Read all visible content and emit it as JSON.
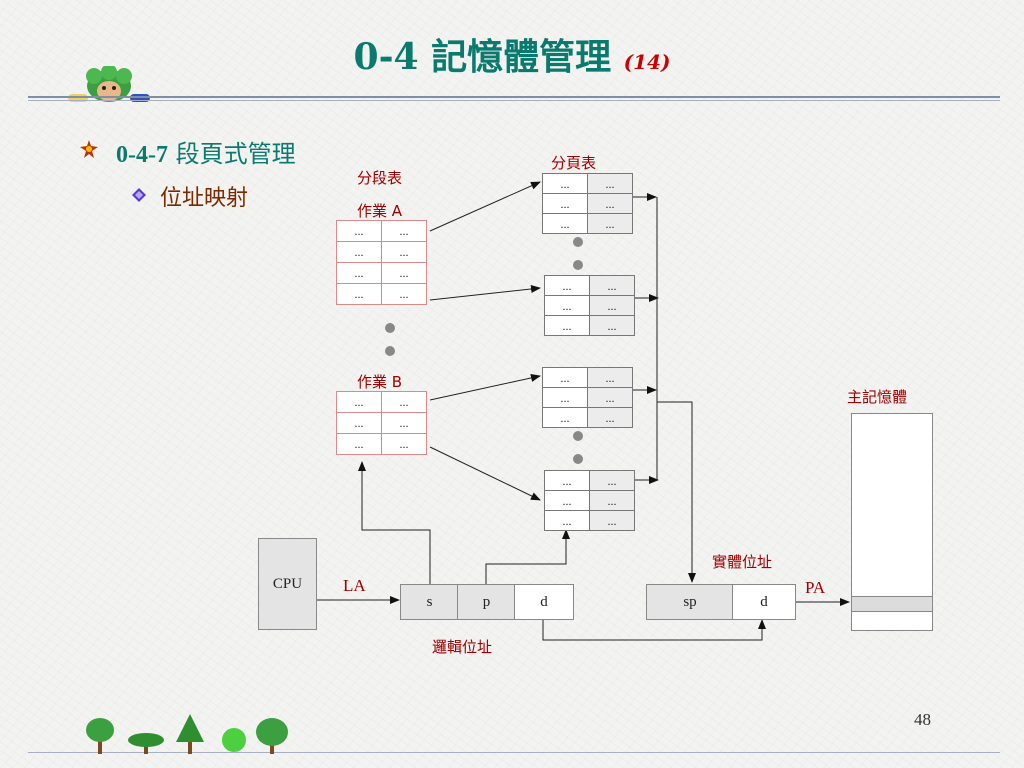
{
  "slide": {
    "title": "0-4 記憶體管理",
    "title_suffix": "(14)",
    "bullet1_num": "0-4-7",
    "bullet1_text": " 段頁式管理",
    "bullet2": "位址映射",
    "page_number": "48"
  },
  "diagram": {
    "segment_table_label": "分段表",
    "page_table_label": "分頁表",
    "job_a_label": "作業 A",
    "job_b_label": "作業 B",
    "main_memory_label": "主記憶體",
    "physical_address_label": "實體位址",
    "logical_address_label": "邏輯位址",
    "cpu_label": "CPU",
    "la_label": "LA",
    "pa_label": "PA",
    "cell_text": "...",
    "la_fields": [
      "s",
      "p",
      "d"
    ],
    "pa_fields": [
      "sp",
      "d"
    ]
  },
  "colors": {
    "title": "#0a7a6e",
    "accent_red": "#cc0000",
    "label": "#a00000"
  }
}
